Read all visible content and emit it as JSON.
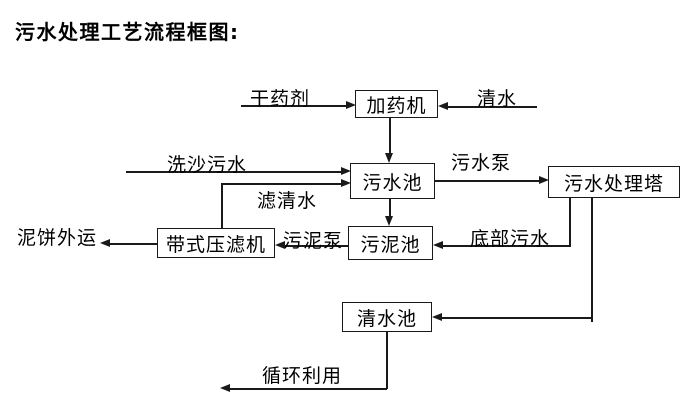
{
  "title": "污水处理工艺流程框图:",
  "diagram": {
    "nodes": {
      "dosing_machine": "加药机",
      "sewage_pool": "污水池",
      "treatment_tower": "污水处理塔",
      "sludge_pool": "污泥池",
      "belt_filter_press": "带式压滤机",
      "clean_water_pool": "清水池"
    },
    "flow_labels": {
      "dry_agent": "干药剂",
      "clean_water": "清水",
      "sand_washing_sewage": "洗沙污水",
      "filtered_clean_water": "滤清水",
      "sewage_pump": "污水泵",
      "sludge_pump": "污泥泵",
      "bottom_sewage": "底部污水",
      "mud_cake_transport": "泥饼外运",
      "recycling": "循环利用"
    },
    "colors": {
      "line": "#1a1a1a",
      "text": "#000000",
      "background": "#ffffff"
    }
  }
}
